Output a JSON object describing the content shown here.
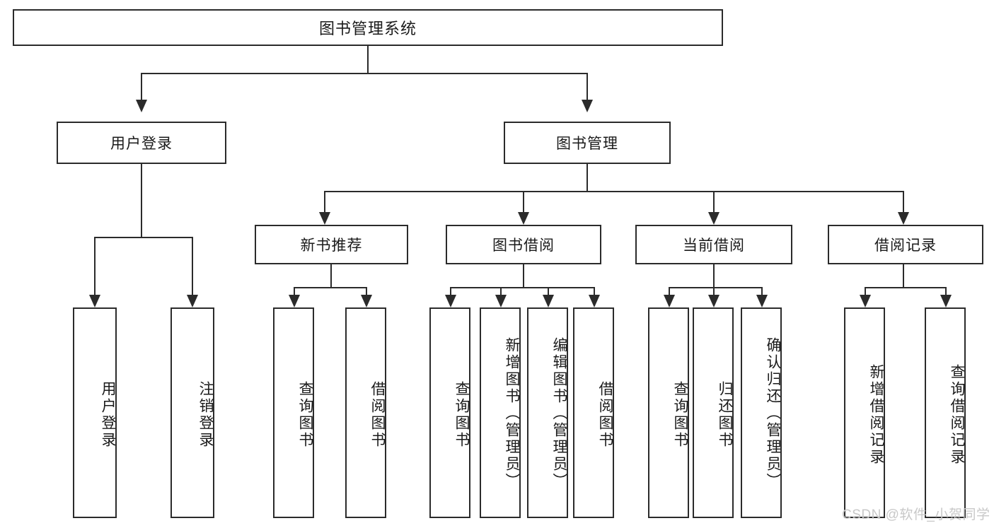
{
  "diagram": {
    "type": "tree-hierarchy",
    "title": "图书管理系统",
    "watermark": "CSDN @软件_小贺同学",
    "colors": {
      "border": "#2b2b2b",
      "background": "#ffffff",
      "text": "#1a1a1a",
      "watermark": "#c8c8c8"
    },
    "levels": {
      "root": {
        "label": "图书管理系统"
      },
      "level2": [
        {
          "label": "用户登录"
        },
        {
          "label": "图书管理"
        }
      ],
      "level3": [
        {
          "label": "新书推荐"
        },
        {
          "label": "图书借阅"
        },
        {
          "label": "当前借阅"
        },
        {
          "label": "借阅记录"
        }
      ],
      "leaves": {
        "user_login": [
          {
            "label": "用户登录"
          },
          {
            "label": "注销登录"
          }
        ],
        "new_book": [
          {
            "label": "查询图书"
          },
          {
            "label": "借阅图书"
          }
        ],
        "book_borrow": [
          {
            "label": "查询图书"
          },
          {
            "label": "新增图书（管理员）"
          },
          {
            "label": "编辑图书（管理员）"
          },
          {
            "label": "借阅图书"
          }
        ],
        "current_borrow": [
          {
            "label": "查询图书"
          },
          {
            "label": "归还图书"
          },
          {
            "label": "确认归还（管理员）"
          }
        ],
        "borrow_record": [
          {
            "label": "新增借阅记录"
          },
          {
            "label": "查询借阅记录"
          }
        ]
      }
    }
  }
}
